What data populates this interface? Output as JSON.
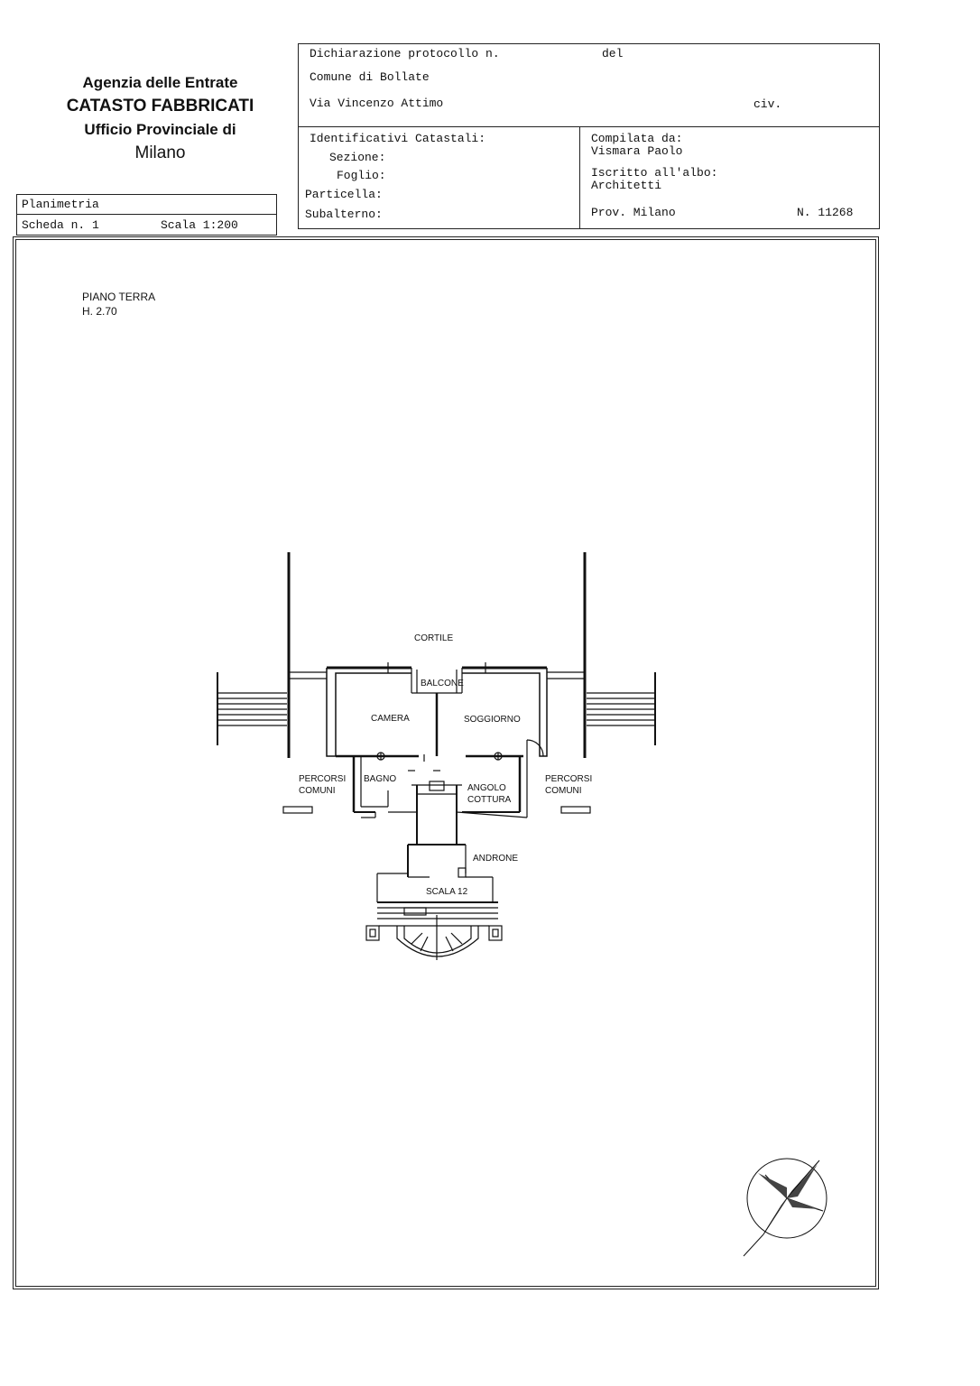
{
  "agency": {
    "line1": "Agenzia delle Entrate",
    "line2": "CATASTO FABBRICATI",
    "line3": "Ufficio Provinciale di",
    "line4": "Milano"
  },
  "sheet": {
    "title": "Planimetria",
    "scheda": "Scheda n. 1",
    "scala": "Scala 1:200"
  },
  "declaration": {
    "protocollo": "Dichiarazione protocollo n.",
    "del": "del",
    "comune": "Comune di Bollate",
    "via": "Via Vincenzo Attimo",
    "civ": "civ."
  },
  "identificativi": {
    "title": "Identificativi Catastali:",
    "sezione": "Sezione:",
    "foglio": "Foglio:",
    "particella": "Particella:",
    "subalterno": "Subalterno:"
  },
  "compilata": {
    "label": "Compilata da:",
    "name": "Vismara Paolo",
    "albo_label": "Iscritto all'albo:",
    "albo": "Architetti",
    "prov": "Prov. Milano",
    "numero": "N. 11268"
  },
  "plan": {
    "floor": "PIANO TERRA",
    "height": "H. 2.70",
    "rooms": {
      "cortile": "CORTILE",
      "balcone": "BALCONE",
      "camera": "CAMERA",
      "soggiorno": "SOGGIORNO",
      "percorsi_l1": "PERCORSI",
      "comuni_l": "COMUNI",
      "bagno": "BAGNO",
      "angolo1": "ANGOLO",
      "cottura": "COTTURA",
      "percorsi_r1": "PERCORSI",
      "comuni_r": "COMUNI",
      "androne": "ANDRONE",
      "scala12": "SCALA 12"
    }
  }
}
